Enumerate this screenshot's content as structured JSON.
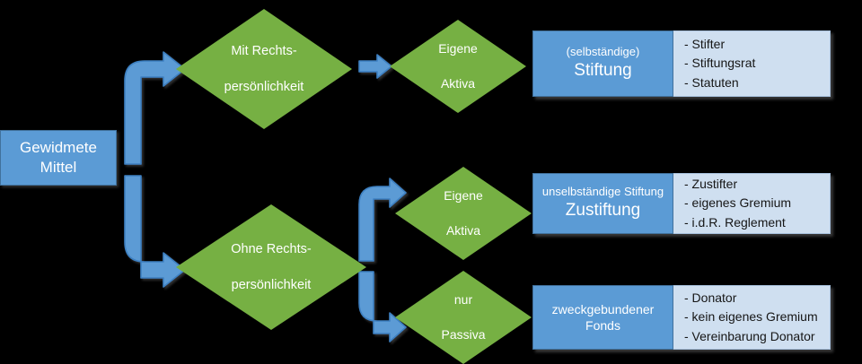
{
  "diagram": {
    "title_visible": false,
    "colors": {
      "background": "#000000",
      "node_blue": "#5b9bd5",
      "node_blue_border": "#41719c",
      "node_green": "#76b043",
      "detail_panel": "#cfdff0",
      "arrow": "#5b9bd5",
      "arrow_outline": "#2e75b6",
      "text_light": "#ffffff",
      "text_dark": "#161616"
    },
    "source": {
      "line1": "Gewidmete",
      "line2": "Mittel"
    },
    "decisions": [
      {
        "id": "mit-rechtspersoenlichkeit",
        "line1": "Mit Rechts-",
        "line2": "persönlichkeit"
      },
      {
        "id": "ohne-rechtspersoenlichkeit",
        "line1": "Ohne Rechts-",
        "line2": "persönlichkeit"
      },
      {
        "id": "eigene-aktiva-oben",
        "line1": "Eigene",
        "line2": "Aktiva"
      },
      {
        "id": "eigene-aktiva-unten",
        "line1": "Eigene",
        "line2": "Aktiva"
      },
      {
        "id": "nur-passiva",
        "line1": "nur",
        "line2": "Passiva"
      }
    ],
    "results": [
      {
        "id": "stiftung",
        "sub": "(selbständige)",
        "main": "Stiftung",
        "single": "",
        "details": [
          "- Stifter",
          "- Stiftungsrat",
          "- Statuten"
        ]
      },
      {
        "id": "zustiftung",
        "sub": "unselbständige Stiftung",
        "main": "Zustiftung",
        "single": "",
        "details": [
          "- Zustifter",
          "- eigenes Gremium",
          "- i.d.R. Reglement"
        ]
      },
      {
        "id": "zweckgebundener-fonds",
        "sub": "",
        "main": "",
        "single": "zweckgebundener Fonds",
        "details": [
          "- Donator",
          "- kein eigenes Gremium",
          "- Vereinbarung Donator"
        ]
      }
    ]
  }
}
